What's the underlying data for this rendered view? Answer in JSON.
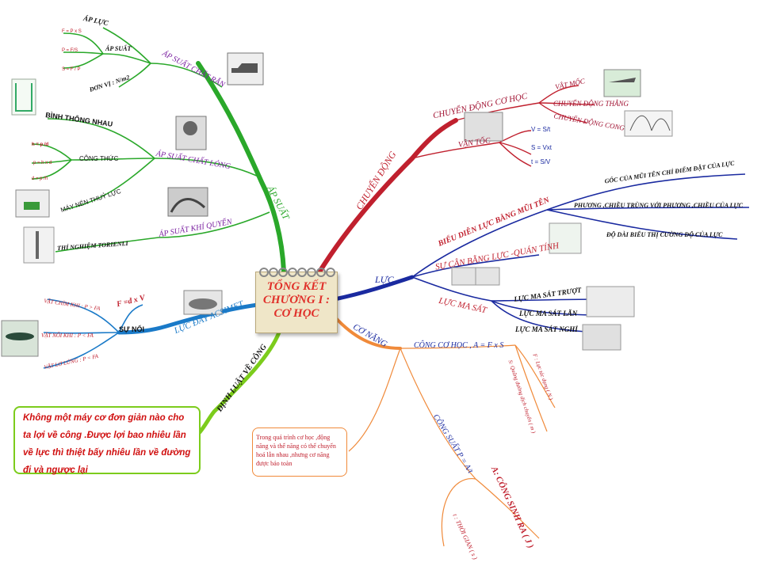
{
  "center": {
    "line1": "TỔNG KẾT",
    "line2": "CHƯƠNG I :",
    "line3": "CƠ HỌC"
  },
  "branches": {
    "chuyen_dong": {
      "label": "CHUYỂN ĐỘNG",
      "color": "#c0202e"
    },
    "cdch": {
      "label": "CHUYỂN ĐỘNG CƠ HỌC",
      "items": [
        "VẬT MỐC",
        "CHUYỂN ĐỘNG THẲNG",
        "CHUYỂN ĐỘNG CONG"
      ]
    },
    "van_toc": {
      "label": "VẬN TỐC",
      "items": [
        "V = S/t",
        "S = Vxt",
        "t = S/V"
      ]
    },
    "luc": {
      "label": "LỰC",
      "color": "#1a2aa0"
    },
    "bieu_dien": {
      "label": "BIỂU DIỄN LỰC BẰNG MŨI TÊN",
      "items": [
        "GỐC CỦA MŨI TÊN CHỈ ĐIỂM ĐẶT CỦA LỰC",
        "PHƯƠNG ,CHIỀU TRÙNG VỚI PHƯƠNG ,CHIỀU CỦA LỰC",
        "ĐỘ DÀI BIỂU THỊ CƯỜNG ĐỘ CỦA LỰC"
      ]
    },
    "can_bang": {
      "label": "SỰ CÂN BẰNG LỰC -QUÁN TÍNH"
    },
    "ma_sat": {
      "label": "LỰC MA SÁT",
      "items": [
        "LỰC MA SÁT TRƯỢT",
        "LỰC MA SÁT LĂN",
        "LỰC MA SÁT NGHỈ"
      ]
    },
    "co_nang": {
      "label": "CƠ NĂNG",
      "color": "#f08a3a"
    },
    "cong_co_hoc": {
      "label": "CÔNG CƠ HỌC , A = F x S",
      "items": [
        "F : Lực tác dụng ( N )",
        "S: Quãng đường dịch chuyển ( m )"
      ]
    },
    "cong_suat": {
      "label": "CÔNG SUẤT P = A/t",
      "items": [
        "A: CÔNG SINH RA ( J )",
        "t : THỜI GIAN ( s )"
      ]
    },
    "co_nang_note": "Trong quá trình cơ học ,động năng và thế năng có thể chuyển hoá lẫn nhau ,nhưng cơ năng được bảo toàn",
    "dinh_luat": {
      "label": "ĐỊNH LUẬT VỀ CÔNG",
      "color": "#7ccc1c",
      "note": "Không một máy cơ đơn giản nào cho ta lợi về công .Được lợi bao nhiêu lần về lực thì thiệt bấy nhiêu lần về đường đi và ngược lại"
    },
    "ac_si_met": {
      "label": "LỰC ĐẨY ACSIMET",
      "color": "#1a7ac8",
      "formula": "F =d x V",
      "su_noi": "SỰ NỔI",
      "items": [
        "VẬT CHÌM KHI : P > FA",
        "VẬT NỔI KHI : P < FA",
        "VẬT LƠ LỬNG : P = FA"
      ]
    },
    "ap_suat": {
      "label": "ÁP SUẤT",
      "color": "#2aa82a"
    },
    "ap_suat_chat_ran": {
      "label": "ÁP SUẤT CHẤT RẮN",
      "ap_luc": "ÁP LỰC",
      "ap_suat": "ÁP SUẤT",
      "don_vi": "ĐƠN VỊ : N/m2",
      "formulas": [
        "F = P x S",
        "P = F/S",
        "S = F / P"
      ]
    },
    "ap_suat_chat_long": {
      "label": "ÁP SUẤT CHẤT LỎNG",
      "binh_thong_nhau": "BÌNH THÔNG NHAU",
      "cong_thuc": "CÔNG THỨC",
      "may_nen": "MÁY NÉN THUỶ LỰC",
      "formulas": [
        "h = p /d",
        "p = h x d",
        "d = p /h"
      ]
    },
    "ap_suat_khi_quyen": {
      "label": "ÁP SUẤT KHÍ QUYỂN",
      "thi_nghiem": "THÍ NGHIỆM TORIENLI"
    }
  }
}
